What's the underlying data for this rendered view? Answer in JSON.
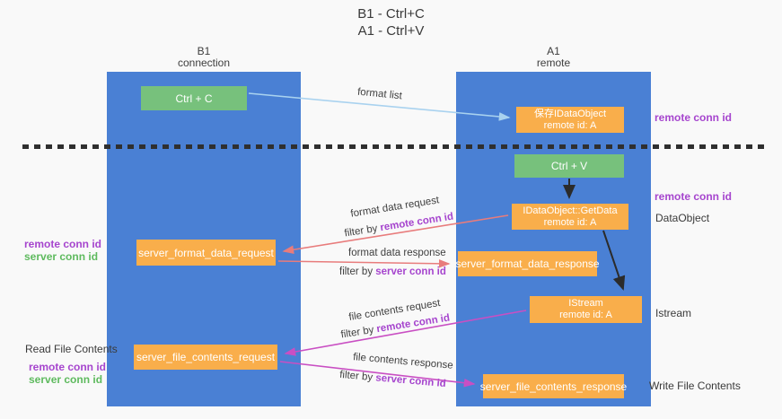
{
  "title": {
    "line1": "B1 - Ctrl+C",
    "line2": "A1 - Ctrl+V"
  },
  "lanes": {
    "left": {
      "name": "B1",
      "role": "connection"
    },
    "right": {
      "name": "A1",
      "role": "remote"
    }
  },
  "boxes": {
    "ctrl_c": {
      "label": "Ctrl + C"
    },
    "save_idataobject": {
      "line1": "保存IDataObject",
      "line2": "remote id: A"
    },
    "ctrl_v": {
      "label": "Ctrl + V"
    },
    "getdata": {
      "line1": "IDataObject::GetData",
      "line2": "remote id: A"
    },
    "format_request": {
      "label": "server_format_data_request"
    },
    "format_response": {
      "label": "server_format_data_response"
    },
    "istream": {
      "line1": "IStream",
      "line2": "remote id: A"
    },
    "file_request": {
      "label": "server_file_contents_request"
    },
    "file_response": {
      "label": "server_file_contents_response"
    }
  },
  "flows": {
    "format_list": {
      "label": "format list"
    },
    "format_data_request": {
      "label": "format data request",
      "filter_prefix": "filter by ",
      "filter_key": "remote conn id"
    },
    "format_data_response": {
      "label": "format data response",
      "filter_prefix": "filter by ",
      "filter_key": "server conn id"
    },
    "file_contents_request": {
      "label": "file contents request",
      "filter_prefix": "filter by ",
      "filter_key": "remote conn id"
    },
    "file_contents_response": {
      "label": "file contents response",
      "filter_prefix": "filter by ",
      "filter_key": "server conn id"
    }
  },
  "left_annotations": {
    "remote_conn_id_1": "remote conn id",
    "server_conn_id_1": "server conn id",
    "read_file_contents": "Read File Contents",
    "remote_conn_id_2": "remote conn id",
    "server_conn_id_2": "server conn id"
  },
  "right_annotations": {
    "remote_conn_id_1": "remote conn id",
    "remote_conn_id_2": "remote conn id",
    "dataobject": "DataObject",
    "istream": "Istream",
    "write_file_contents": "Write File Contents"
  },
  "colors": {
    "lane_blue": "#4a80d4",
    "box_green": "#77c17c",
    "box_orange": "#f9ae4b",
    "arrow_lightblue": "#a9d2ef",
    "arrow_red": "#e87c7c",
    "arrow_magenta": "#c94fc3",
    "arrow_black": "#2b2b2b",
    "annotation_purple": "#a645ce",
    "annotation_green": "#5eba5e",
    "background": "#f9f9f9"
  }
}
